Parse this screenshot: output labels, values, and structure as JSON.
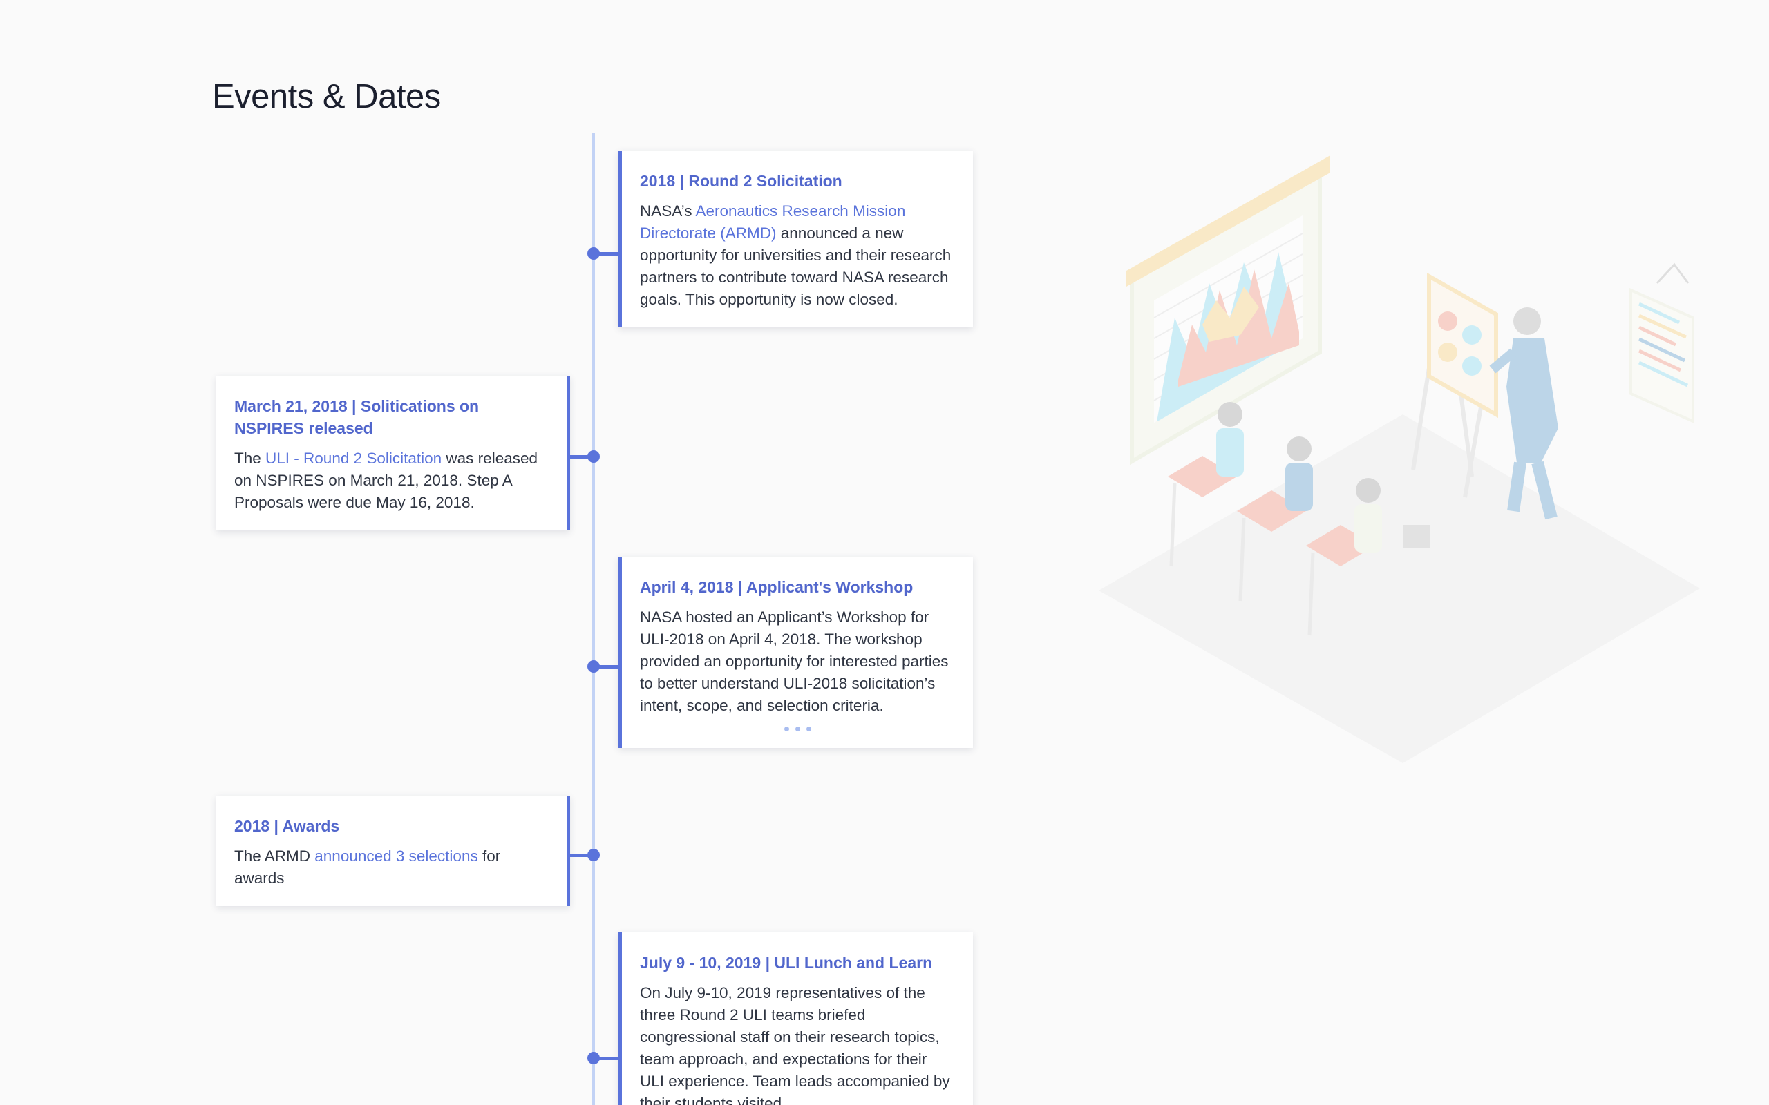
{
  "page": {
    "title": "Events & Dates"
  },
  "events": [
    {
      "title": "2018 | Round 2 Solicitation",
      "pre": "NASA’s ",
      "link": "Aeronautics Research Mission Directorate (ARMD)",
      "post": " announced a new opportunity for universities and their research partners to contribute toward NASA research goals. This opportunity is now closed."
    },
    {
      "title": "March 21, 2018 | Solitications on NSPIRES released",
      "pre": "The ",
      "link": "ULI - Round 2 Solicitation",
      "post": " was released on NSPIRES on March 21, 2018. Step A Proposals were due May 16, 2018."
    },
    {
      "title": "April 4, 2018 | Applicant's Workshop",
      "text": "NASA hosted an Applicant’s Workshop for ULI-2018 on April 4, 2018. The workshop provided an opportunity for interested parties to better understand ULI-2018 solicitation’s intent, scope, and selection criteria."
    },
    {
      "title": "2018 | Awards",
      "pre": "The ARMD ",
      "link": "announced 3 selections",
      "post": " for awards"
    },
    {
      "title": "July 9 - 10, 2019 | ULI Lunch and Learn",
      "text": "On July 9-10, 2019 representatives of the three Round 2 ULI teams briefed congressional staff on their research topics, team approach, and expectations for their ULI experience. Team leads accompanied by their students visited"
    }
  ],
  "colors": {
    "accent": "#5a73db",
    "title": "#5166cc",
    "line": "#c2d2f5",
    "background": "#fafafa"
  },
  "icons": {
    "more": "ellipsis-icon",
    "illustration": "presentation-illustration"
  }
}
